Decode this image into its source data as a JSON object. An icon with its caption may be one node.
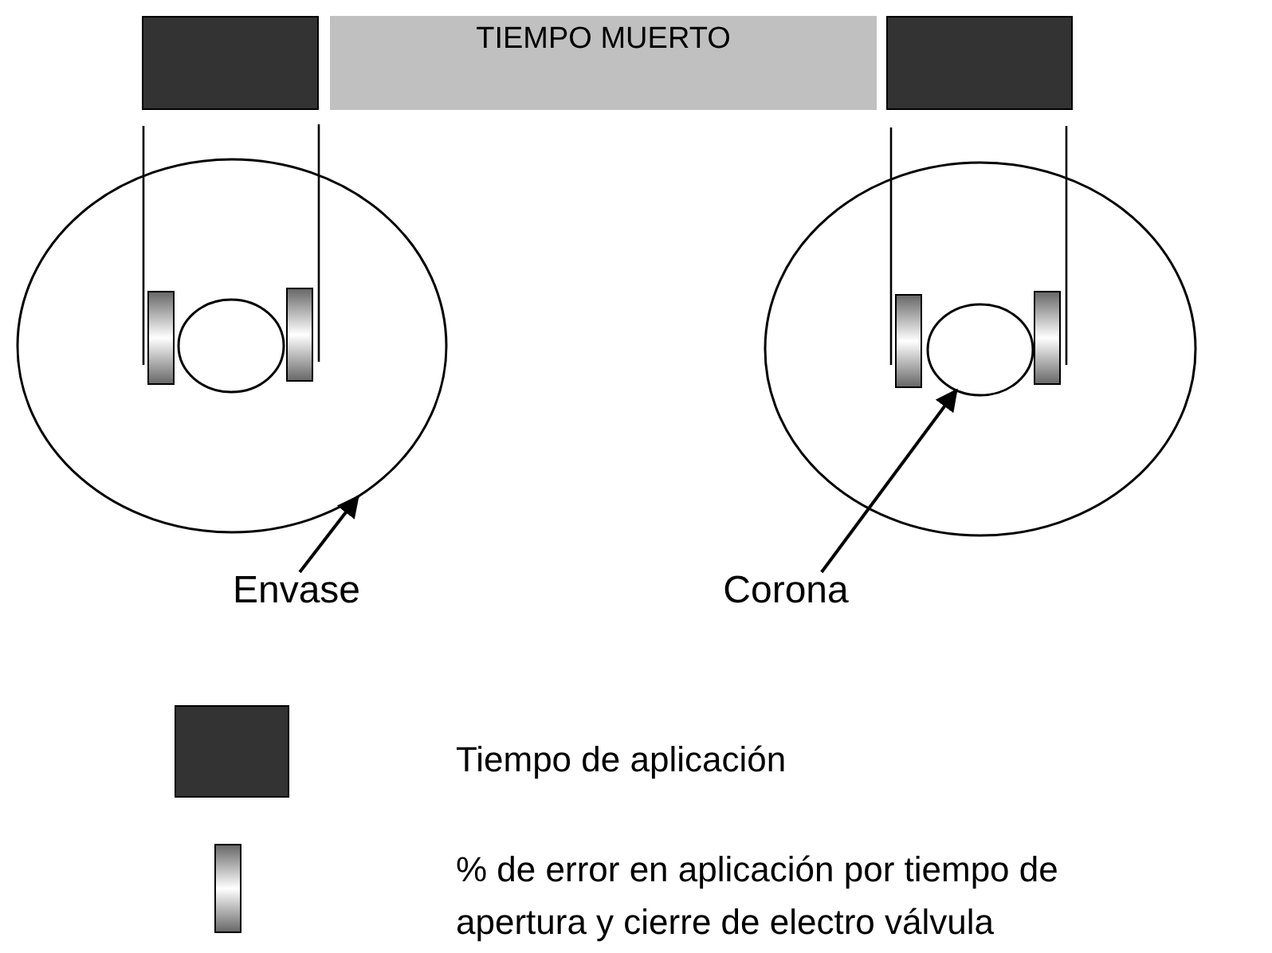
{
  "diagram": {
    "nodes": [
      {
        "text": [],
        "shape": "bar"
      },
      {
        "text": [
          "TIEMPO MUERTO"
        ]
      },
      {
        "text": [],
        "shape": "bar"
      },
      {
        "text": [],
        "shape": "circle"
      },
      {
        "text": [],
        "shape": "circle",
        "in": 3
      },
      {
        "text": [],
        "shape": "circle"
      },
      {
        "text": [],
        "shape": "circle",
        "in": 5
      },
      {
        "text": [
          "Envase"
        ]
      },
      {
        "text": [
          "Corona"
        ]
      }
    ],
    "edges": [
      {
        "from": 7,
        "to": 3,
        "arrow": "to"
      },
      {
        "from": 8,
        "to": 6,
        "arrow": "to"
      }
    ],
    "legend": [
      {
        "text": "Tiempo de aplicación",
        "color": "#333333"
      },
      {
        "text": "% de error en aplicación por tiempo de apertura y cierre de electro válvula"
      }
    ]
  }
}
